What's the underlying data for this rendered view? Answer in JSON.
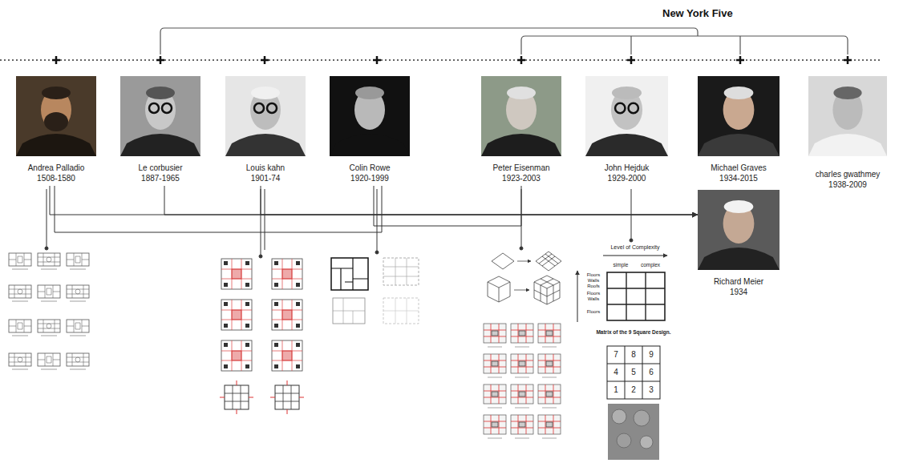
{
  "diagram": {
    "title": "New York Five",
    "nodes": [
      {
        "text": [
          "Andrea Palladio",
          "1508-1580"
        ]
      },
      {
        "text": [
          "Le corbusier",
          "1887-1965"
        ]
      },
      {
        "text": [
          "Louis kahn",
          "1901-74"
        ]
      },
      {
        "text": [
          "Colin Rowe",
          "1920-1999"
        ]
      },
      {
        "text": [
          "Peter Eisenman",
          "1923-2003"
        ]
      },
      {
        "text": [
          "John Hejduk",
          "1929-2000"
        ]
      },
      {
        "text": [
          "Michael Graves",
          "1934-2015"
        ]
      },
      {
        "text": [
          "charles gwathmey",
          "1938-2009"
        ]
      },
      {
        "text": [
          "Richard Meier",
          "1934"
        ]
      }
    ],
    "edges": [
      {
        "from": 0,
        "to": 8,
        "arrow": "to"
      },
      {
        "from": 1,
        "to": 8,
        "arrow": "to"
      },
      {
        "from": 2,
        "to": 8,
        "arrow": "to"
      },
      {
        "from": 0,
        "to": 3,
        "arrow": "none"
      },
      {
        "from": 3,
        "to": 4,
        "arrow": "none"
      }
    ],
    "labels": [
      "Level of Complexity",
      "simple",
      "complex",
      "Floors Walls Roofs",
      "Floors Walls",
      "Floors",
      "Matrix of the 9 Square Design.",
      "7",
      "8",
      "9",
      "4",
      "5",
      "6",
      "1",
      "2",
      "3"
    ]
  }
}
